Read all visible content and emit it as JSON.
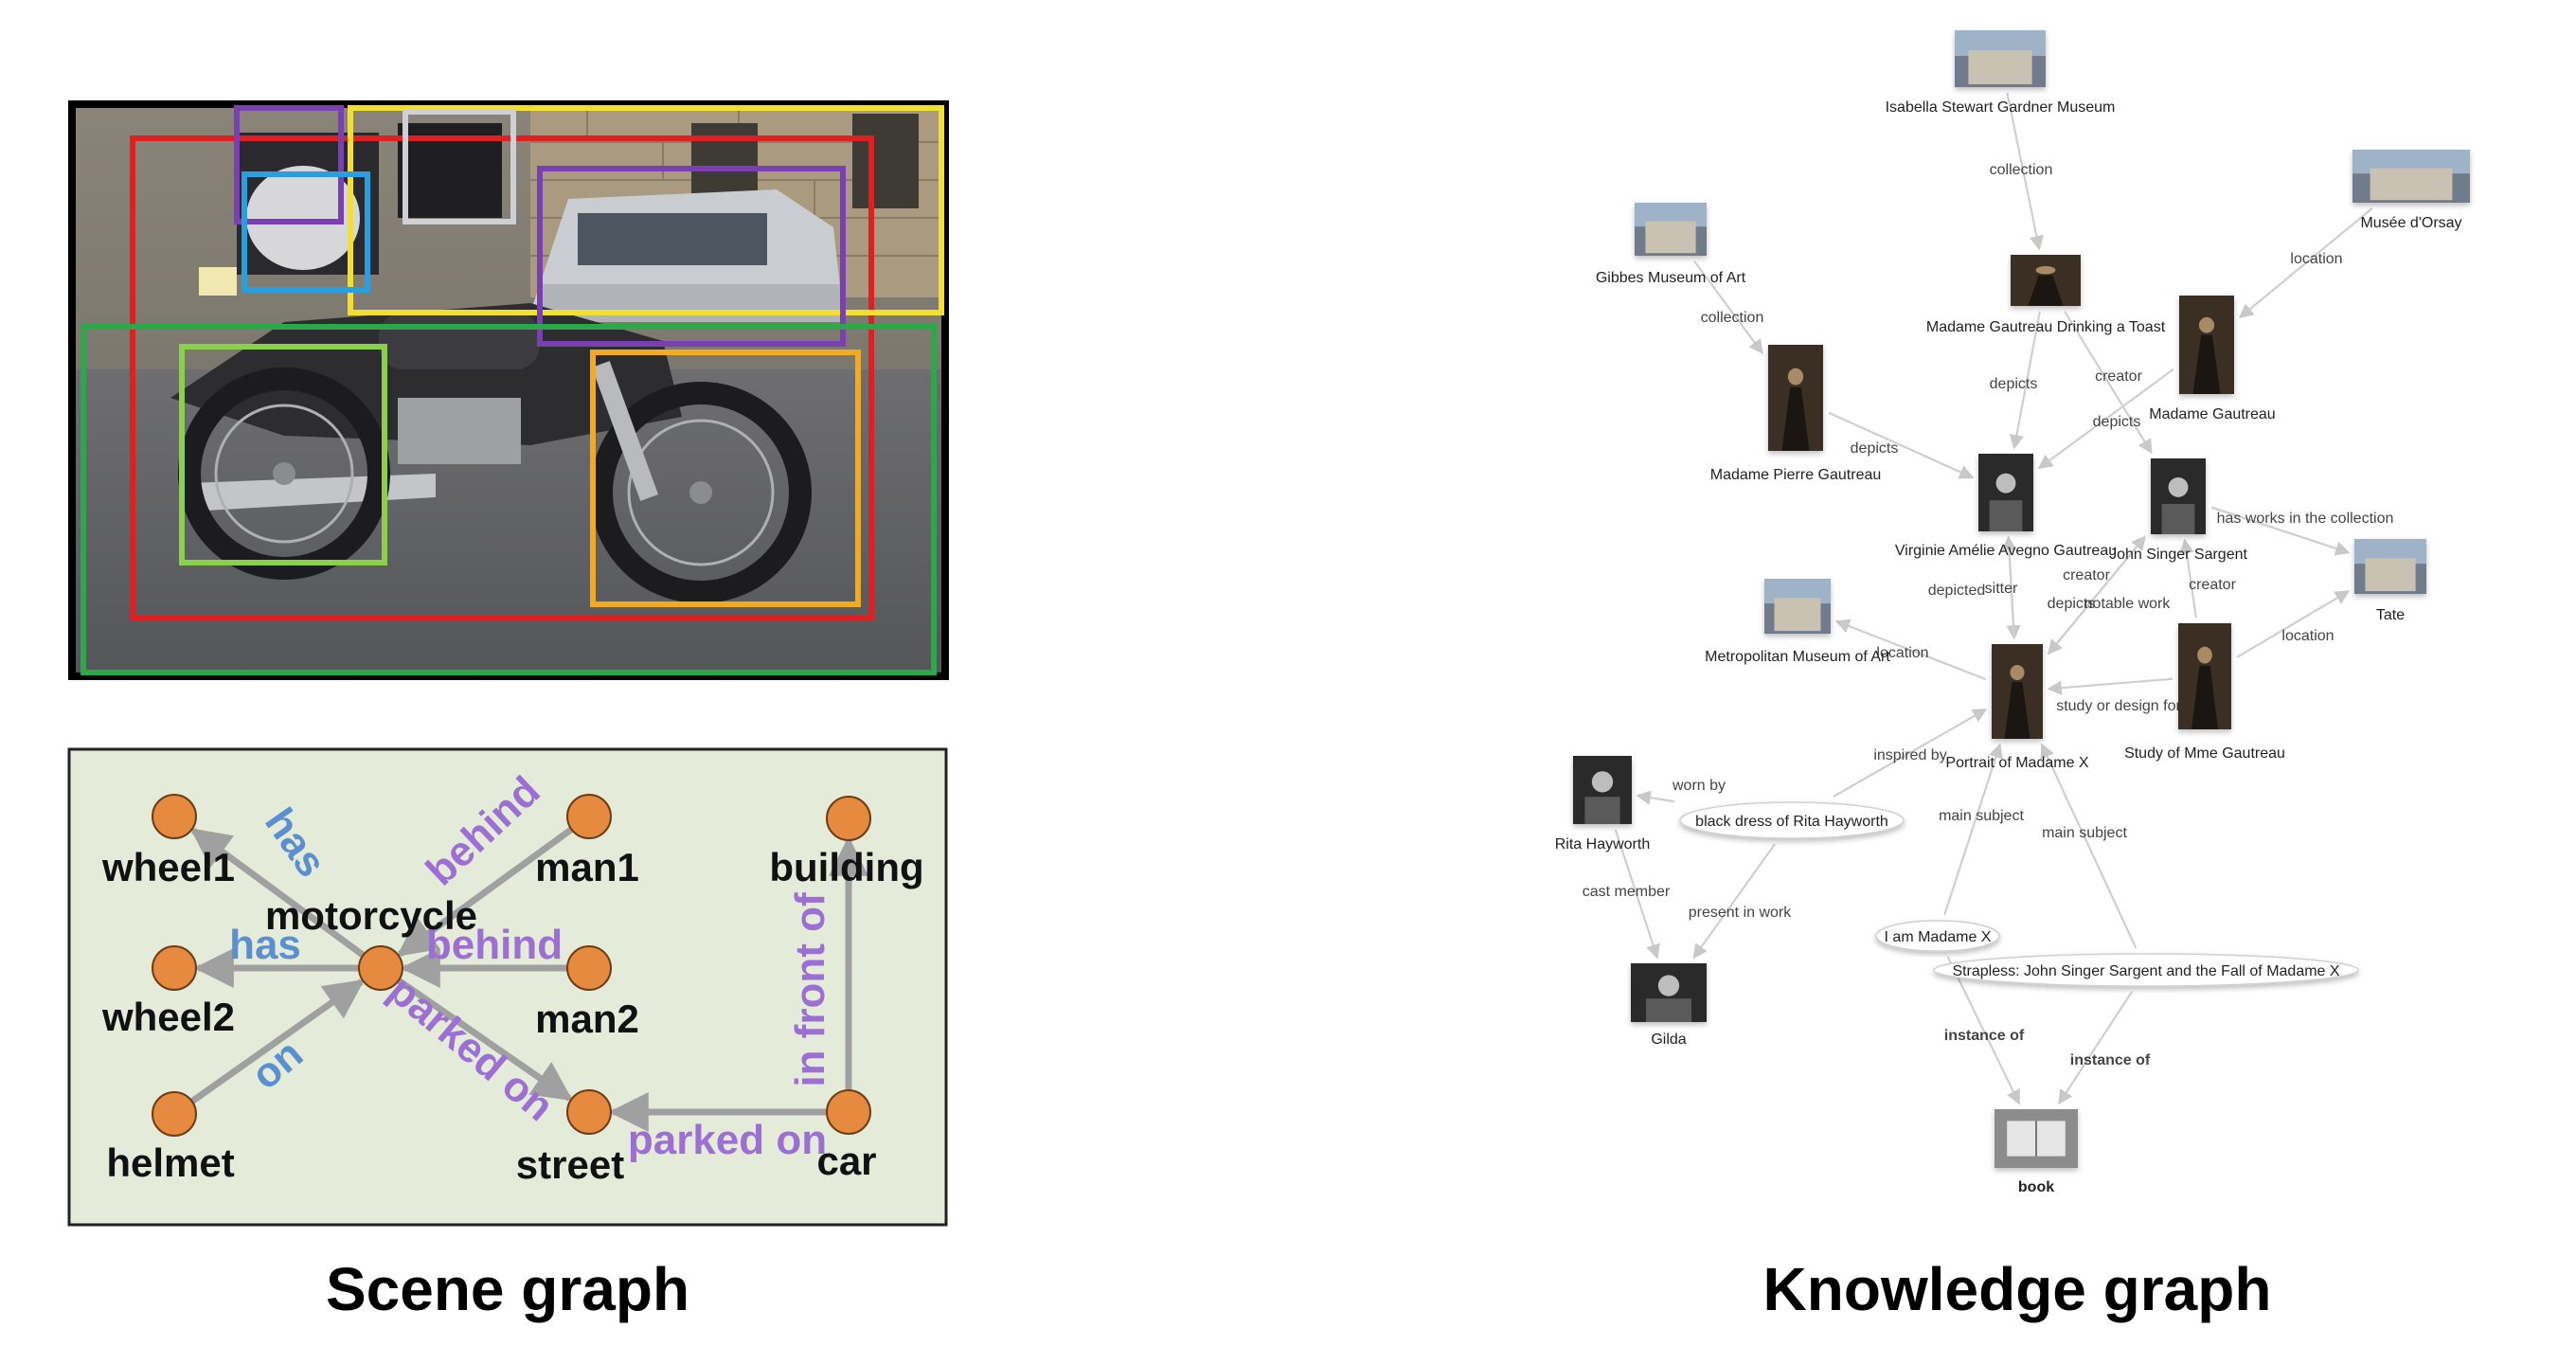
{
  "captions": {
    "scene": "Scene graph",
    "knowledge": "Knowledge graph"
  },
  "scene_graph": {
    "nodes": [
      {
        "id": "wheel1",
        "label": "wheel1"
      },
      {
        "id": "man1",
        "label": "man1"
      },
      {
        "id": "building",
        "label": "building"
      },
      {
        "id": "motorcycle",
        "label": "motorcycle"
      },
      {
        "id": "wheel2",
        "label": "wheel2"
      },
      {
        "id": "man2",
        "label": "man2"
      },
      {
        "id": "helmet",
        "label": "helmet"
      },
      {
        "id": "street",
        "label": "street"
      },
      {
        "id": "car",
        "label": "car"
      }
    ],
    "edges": [
      {
        "from": "motorcycle",
        "to": "wheel1",
        "label": "has",
        "color": "#5b8fd0"
      },
      {
        "from": "motorcycle",
        "to": "wheel2",
        "label": "has",
        "color": "#5b8fd0"
      },
      {
        "from": "man1",
        "to": "motorcycle",
        "label": "behind",
        "color": "#9b6fd4"
      },
      {
        "from": "man2",
        "to": "motorcycle",
        "label": "behind",
        "color": "#9b6fd4"
      },
      {
        "from": "helmet",
        "to": "motorcycle",
        "label": "on",
        "color": "#5b8fd0"
      },
      {
        "from": "motorcycle",
        "to": "street",
        "label": "parked on",
        "color": "#9b6fd4"
      },
      {
        "from": "car",
        "to": "street",
        "label": "parked on",
        "color": "#9b6fd4"
      },
      {
        "from": "car",
        "to": "building",
        "label": "in front of",
        "color": "#9b6fd4"
      }
    ],
    "colors": {
      "panel_bg": "#e4ecd9",
      "node_fill": "#e58a3e",
      "edge": "#a0a0a0"
    }
  },
  "photo": {
    "box_colors": [
      "#e02020",
      "#f0e030",
      "#7a3fb0",
      "#2a9fe0",
      "#c8c8c8",
      "#2aa84a",
      "#8bd04a",
      "#f2aa20"
    ]
  },
  "knowledge_graph": {
    "nodes": [
      {
        "id": "isabella",
        "label": "Isabella Stewart Gardner Museum",
        "kind": "image",
        "icon": "building-icon"
      },
      {
        "id": "orsay",
        "label": "Musée d'Orsay",
        "kind": "image",
        "icon": "building-icon"
      },
      {
        "id": "gibbes",
        "label": "Gibbes Museum of Art",
        "kind": "image",
        "icon": "building-icon"
      },
      {
        "id": "toast",
        "label": "Madame Gautreau Drinking a Toast",
        "kind": "image",
        "icon": "painting-icon"
      },
      {
        "id": "mgautreau",
        "label": "Madame Gautreau",
        "kind": "image",
        "icon": "painting-icon"
      },
      {
        "id": "pierre",
        "label": "Madame Pierre Gautreau",
        "kind": "image",
        "icon": "painting-icon"
      },
      {
        "id": "virginie",
        "label": "Virginie Amélie Avegno Gautreau",
        "kind": "image",
        "icon": "photo-icon"
      },
      {
        "id": "sargent",
        "label": "John Singer Sargent",
        "kind": "image",
        "icon": "photo-icon"
      },
      {
        "id": "tate",
        "label": "Tate",
        "kind": "image",
        "icon": "building-icon"
      },
      {
        "id": "met",
        "label": "Metropolitan Museum of Art",
        "kind": "image",
        "icon": "building-icon"
      },
      {
        "id": "madamex",
        "label": "Portrait of Madame X",
        "kind": "image",
        "icon": "painting-icon"
      },
      {
        "id": "study",
        "label": "Study of Mme Gautreau",
        "kind": "image",
        "icon": "painting-icon"
      },
      {
        "id": "rita",
        "label": "Rita Hayworth",
        "kind": "image",
        "icon": "photo-icon"
      },
      {
        "id": "dress",
        "label": "black dress of Rita Hayworth",
        "kind": "ellipse"
      },
      {
        "id": "iam",
        "label": "I am Madame X",
        "kind": "ellipse"
      },
      {
        "id": "strapless",
        "label": "Strapless: John Singer Sargent and the Fall of Madame X",
        "kind": "ellipse"
      },
      {
        "id": "gilda",
        "label": "Gilda",
        "kind": "image",
        "icon": "photo-icon"
      },
      {
        "id": "book",
        "label": "book",
        "kind": "image",
        "icon": "book-icon",
        "bold": true
      }
    ],
    "edges": [
      {
        "from": "isabella",
        "to": "toast",
        "label": "collection"
      },
      {
        "from": "orsay",
        "to": "mgautreau",
        "label": "location"
      },
      {
        "from": "gibbes",
        "to": "pierre",
        "label": "collection"
      },
      {
        "from": "toast",
        "to": "virginie",
        "label": "depicts"
      },
      {
        "from": "toast",
        "to": "sargent",
        "label": "creator"
      },
      {
        "from": "mgautreau",
        "to": "virginie",
        "label": "depicts"
      },
      {
        "from": "pierre",
        "to": "virginie",
        "label": "depicts"
      },
      {
        "from": "sargent",
        "to": "tate",
        "label": "has works in the collection"
      },
      {
        "from": "virginie",
        "to": "madamex",
        "label": "depicted"
      },
      {
        "from": "madamex",
        "to": "virginie",
        "label": "sitter"
      },
      {
        "from": "sargent",
        "to": "madamex",
        "label": "creator"
      },
      {
        "from": "madamex",
        "to": "sargent",
        "label": "depicts"
      },
      {
        "from": "study",
        "to": "sargent",
        "label": "creator"
      },
      {
        "from": "study",
        "to": "tate",
        "label": "location"
      },
      {
        "from": "madamex",
        "to": "met",
        "label": "location"
      },
      {
        "from": "study",
        "to": "madamex",
        "label": "study or design for"
      },
      {
        "from": "dress",
        "to": "madamex",
        "label": "inspired by"
      },
      {
        "from": "dress",
        "to": "rita",
        "label": "worn by"
      },
      {
        "from": "rita",
        "to": "gilda",
        "label": "cast member"
      },
      {
        "from": "dress",
        "to": "gilda",
        "label": "present in work"
      },
      {
        "from": "iam",
        "to": "madamex",
        "label": "main subject"
      },
      {
        "from": "strapless",
        "to": "madamex",
        "label": "main subject"
      },
      {
        "from": "iam",
        "to": "book",
        "label": "instance of",
        "bold": true
      },
      {
        "from": "strapless",
        "to": "book",
        "label": "instance of",
        "bold": true
      },
      {
        "from": "sargent",
        "to": "madamex",
        "label": "notable work"
      }
    ]
  }
}
